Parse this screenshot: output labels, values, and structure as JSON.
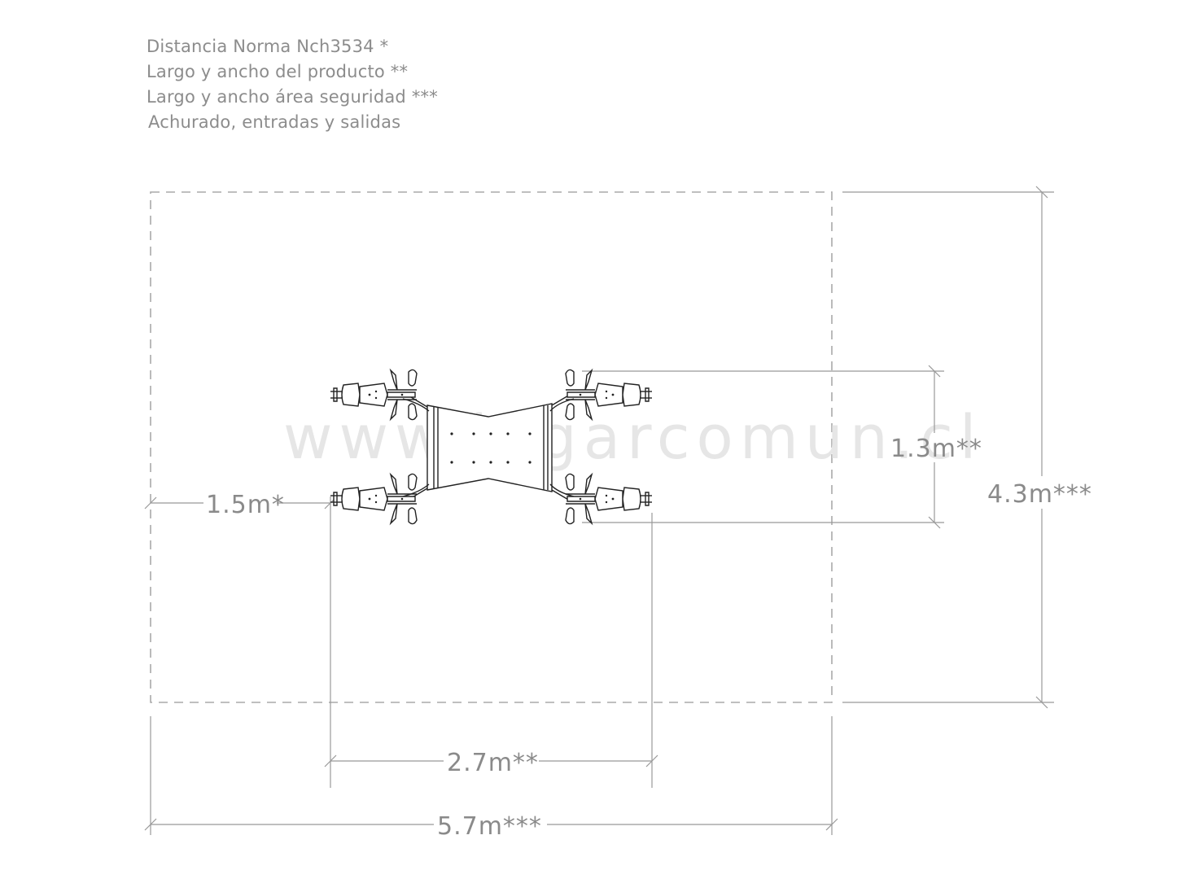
{
  "legend": {
    "line1": "Distancia Norma Nch3534 *",
    "line2": "Largo y ancho del producto **",
    "line3": "Largo y ancho área seguridad ***",
    "line4": "Achurado, entradas y salidas"
  },
  "watermark": "www.lugarcomun.cl",
  "dimensions": {
    "norm_distance": "1.5m*",
    "product_length": "2.7m**",
    "product_width": "1.3m**",
    "safety_length": "5.7m***",
    "safety_width": "4.3m***"
  },
  "colors": {
    "lines": "#999999",
    "text": "#8a8a8a",
    "watermark": "#e6e6e6",
    "product": "#222222"
  }
}
